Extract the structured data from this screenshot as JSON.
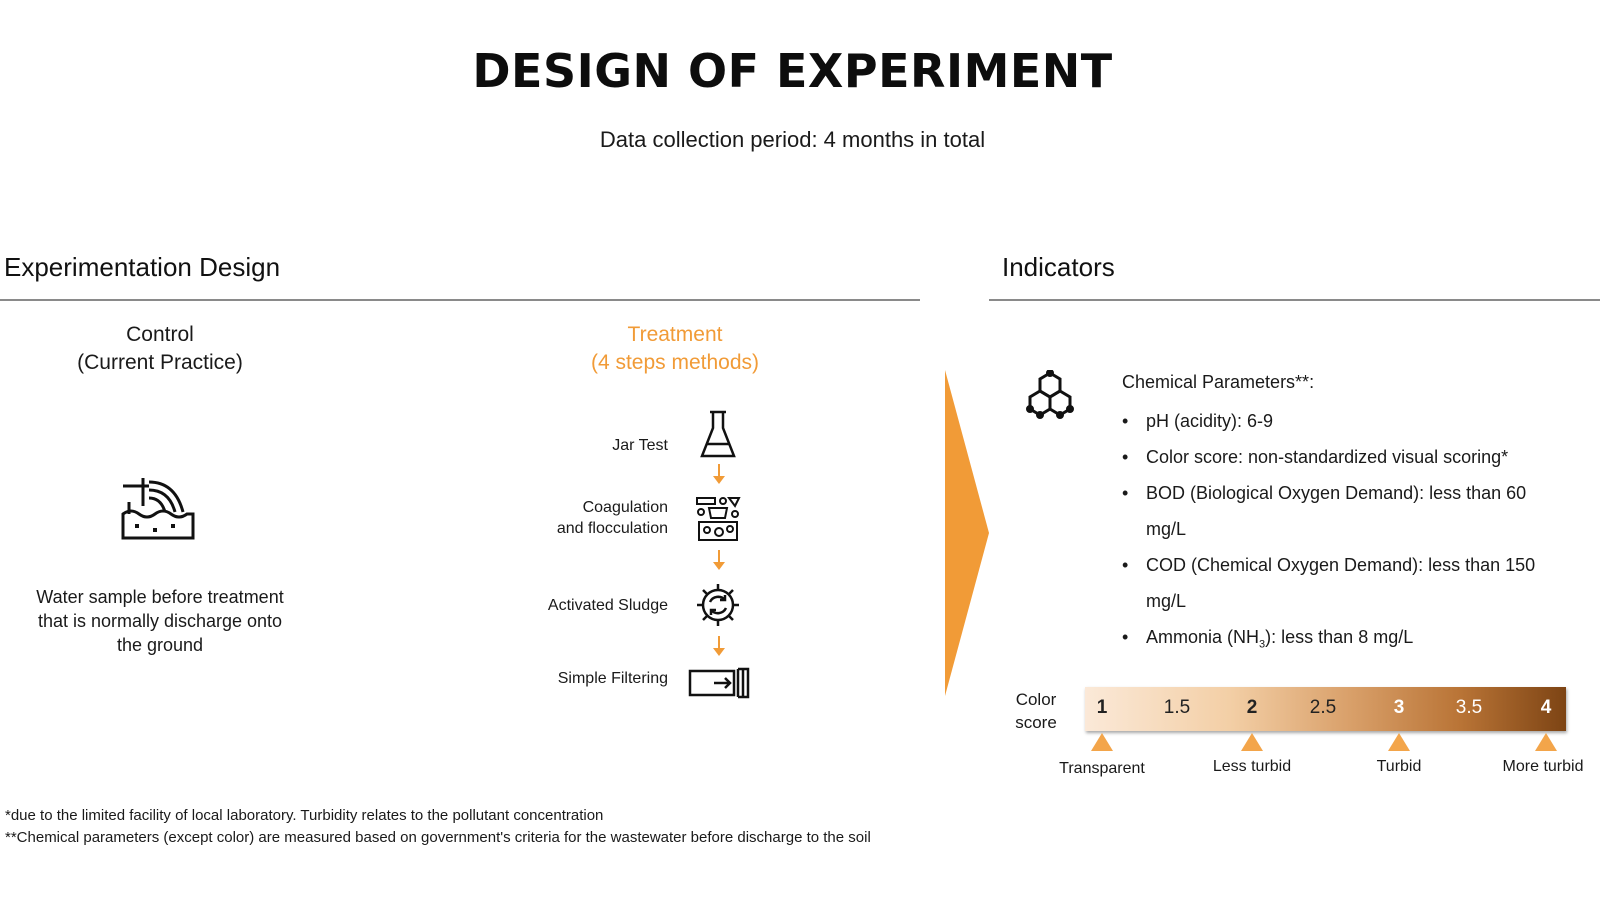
{
  "title": "DESIGN OF EXPERIMENT",
  "subtitle": "Data collection period: 4 months in total",
  "design": {
    "heading": "Experimentation Design",
    "control": {
      "line1": "Control",
      "line2": "(Current Practice)",
      "icon": "wastewater-discharge-icon",
      "description": "Water sample before treatment that is normally discharge onto the ground"
    },
    "treatment": {
      "line1": "Treatment",
      "line2": "(4 steps methods)",
      "steps": [
        {
          "label": "Jar Test",
          "icon": "flask-icon"
        },
        {
          "label_line1": "Coagulation",
          "label_line2": "and flocculation",
          "icon": "chemical-lab-icon"
        },
        {
          "label": "Activated Sludge",
          "icon": "gear-cycle-icon"
        },
        {
          "label": "Simple Filtering",
          "icon": "filter-icon"
        }
      ]
    }
  },
  "indicators": {
    "heading": "Indicators",
    "chem_icon": "molecule-icon",
    "chem_title": "Chemical Parameters**:",
    "items": [
      "pH (acidity): 6-9",
      "Color score: non-standardized visual scoring*",
      "BOD (Biological Oxygen Demand): less than 60 mg/L",
      "COD (Chemical Oxygen Demand): less than 150 mg/L"
    ],
    "ammonia": {
      "before": "Ammonia (NH",
      "sub": "3",
      "after": "): less than 8 mg/L"
    },
    "color_scale": {
      "caption_line1": "Color",
      "caption_line2": "score",
      "ticks": [
        "1",
        "1.5",
        "2",
        "2.5",
        "3",
        "3.5",
        "4"
      ],
      "labels": [
        "Transparent",
        "Less turbid",
        "Turbid",
        "More turbid"
      ]
    }
  },
  "footnotes": {
    "note1": "*due to the limited facility of local laboratory. Turbidity relates to the pollutant concentration",
    "note2": "**Chemical parameters (except color) are measured based on government's criteria for the wastewater before discharge to the soil"
  },
  "colors": {
    "accent": "#f19b37",
    "rule": "#8a8a8a"
  }
}
